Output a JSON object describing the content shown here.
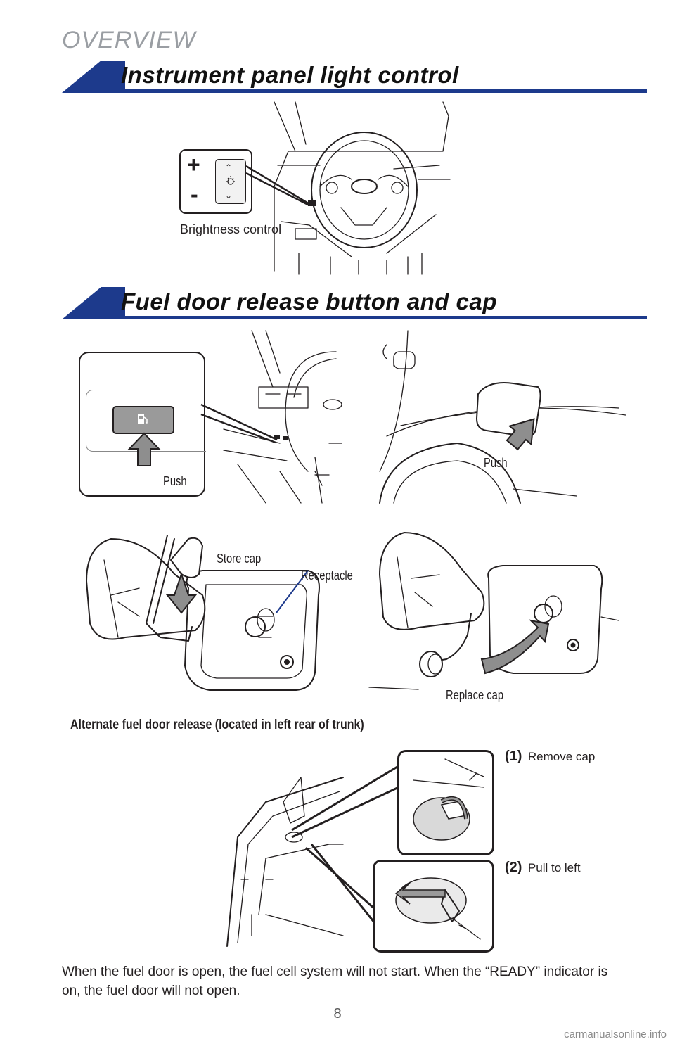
{
  "page": {
    "header": "OVERVIEW",
    "page_number": "8",
    "watermark": "carmanualsonline.info"
  },
  "section1": {
    "title": "Instrument panel light control",
    "callout": {
      "plus": "+",
      "minus": "-",
      "label": "Brightness control"
    }
  },
  "section2": {
    "title": "Fuel door release button and cap",
    "push_button_label": "Push",
    "push_door_label": "Push",
    "store_cap_label": "Store cap",
    "receptacle_label": "Receptacle",
    "replace_cap_label": "Replace cap",
    "alternate_caption": "Alternate fuel door release (located in left rear of trunk)",
    "steps": [
      {
        "num": "(1)",
        "text": "Remove cap"
      },
      {
        "num": "(2)",
        "text": "Pull to left"
      }
    ],
    "note": "When the fuel door is open, the fuel cell system will not start. When the “READY” indicator is on, the fuel door will not open."
  },
  "colors": {
    "accent": "#1d3a8c",
    "header_gray": "#9a9ea3",
    "arrow_gray": "#8e8e8e"
  },
  "icons": [
    "fuel-pump-icon",
    "dimmer-icon",
    "push-arrow-icon"
  ]
}
